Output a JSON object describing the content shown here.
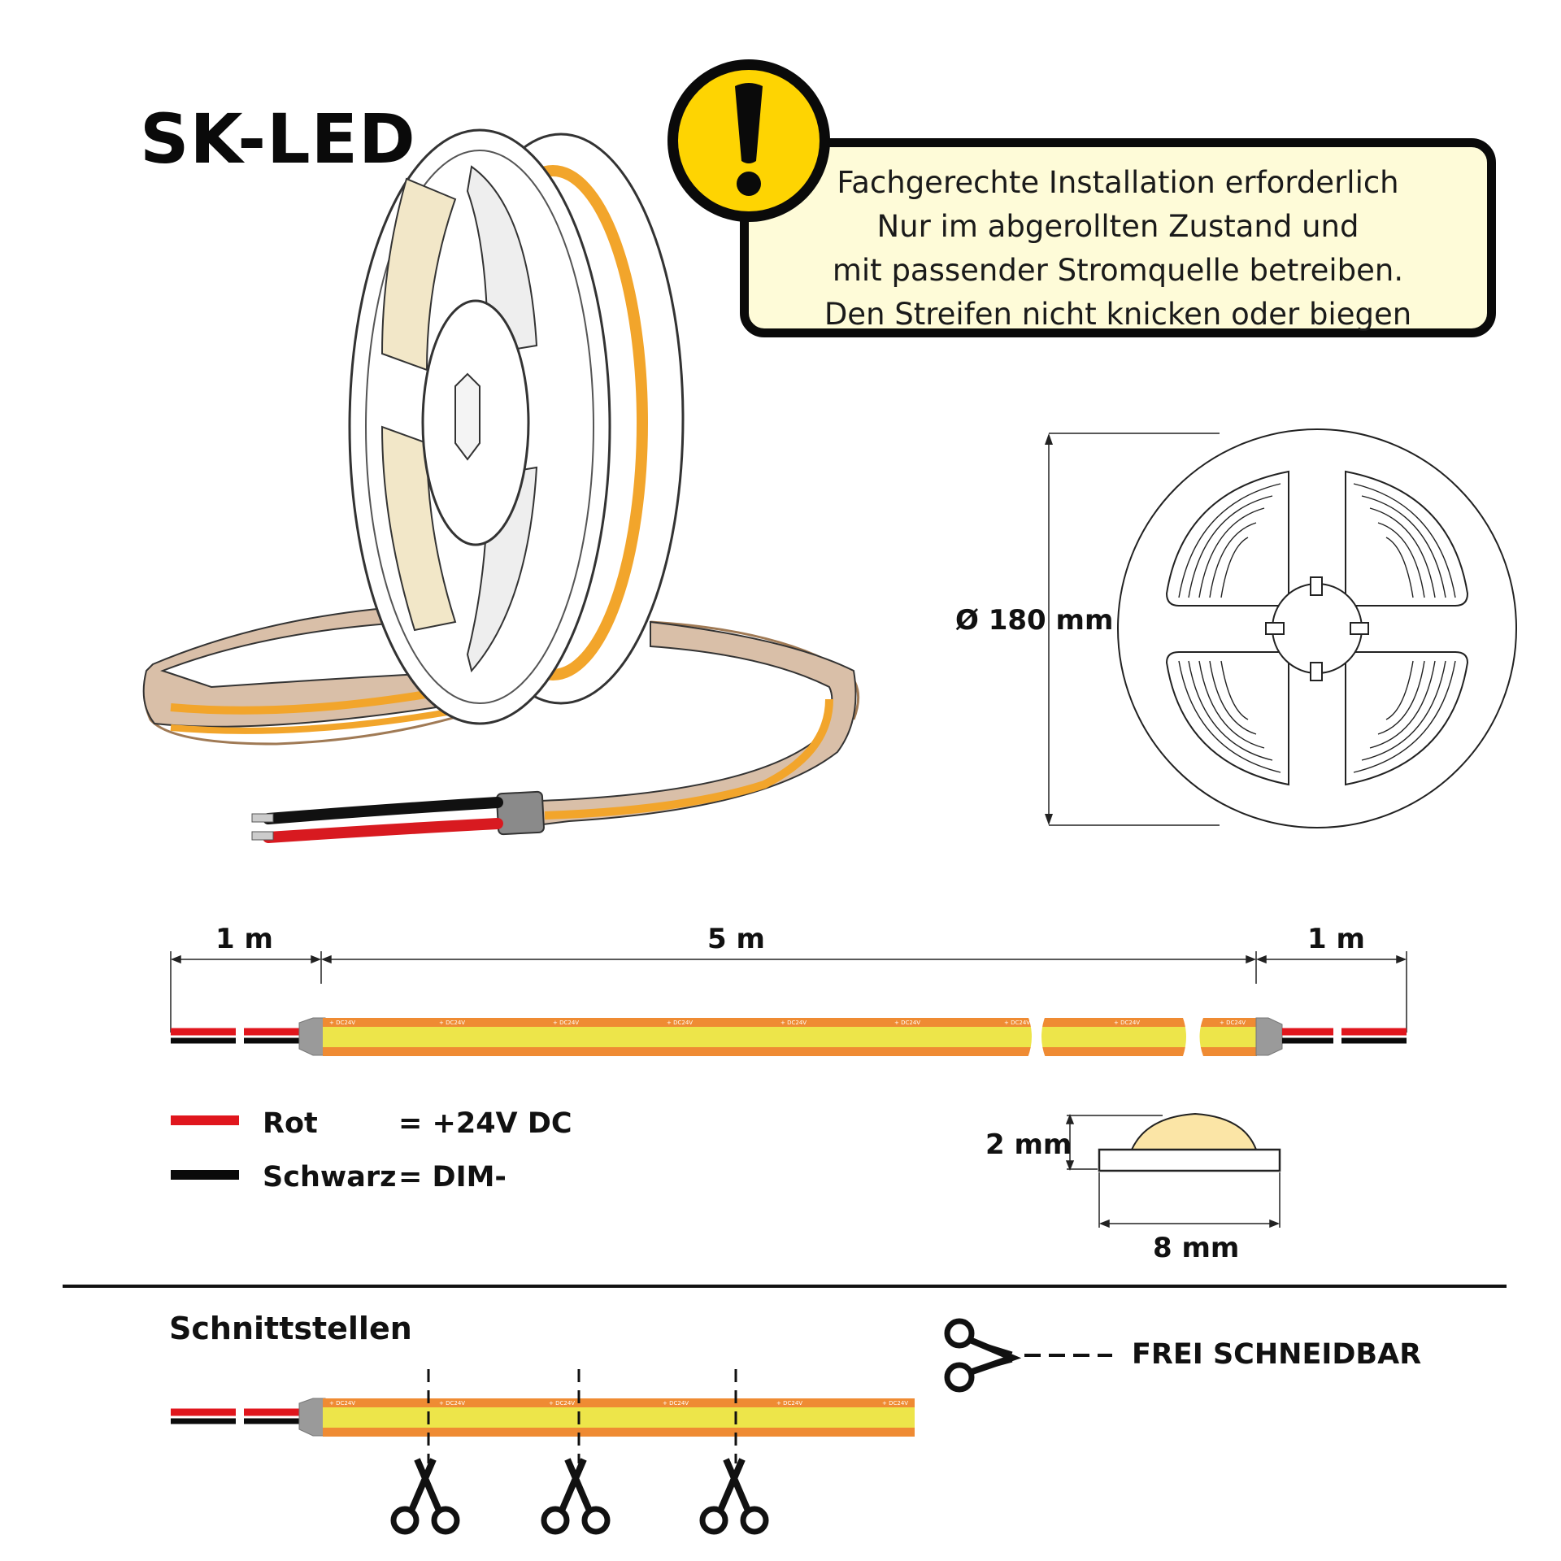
{
  "brand": "SK-LED",
  "warning": {
    "icon": "exclamation-warning-icon",
    "lines": [
      "Fachgerechte Installation erforderlich",
      "Nur im abgerollten Zustand und",
      "mit passender Stromquelle betreiben.",
      "Den Streifen nicht knicken oder biegen"
    ]
  },
  "reel": {
    "diameter_label": "Ø 180 mm"
  },
  "strip_dimensions": {
    "cable_left": "1 m",
    "strip_length": "5 m",
    "cable_right": "1 m",
    "strip_print": "+ DC24V"
  },
  "legend": {
    "items": [
      {
        "color": "#e0161d",
        "name": "Rot",
        "value": "= +24V DC"
      },
      {
        "color": "#0a0a0a",
        "name": "Schwarz",
        "value": "= DIM-"
      }
    ]
  },
  "profile": {
    "height": "2 mm",
    "width": "8 mm"
  },
  "cutting": {
    "title": "Schnittstellen",
    "free_cut_label": "FREI SCHNEIDBAR",
    "icon": "scissors-icon"
  },
  "colors": {
    "strip_orange": "#ef8b33",
    "strip_yellow": "#ede54a",
    "cable_red": "#e0161d",
    "cable_black": "#0a0a0a",
    "warning_yellow": "#fed402",
    "warning_bg": "#fefbd8"
  }
}
